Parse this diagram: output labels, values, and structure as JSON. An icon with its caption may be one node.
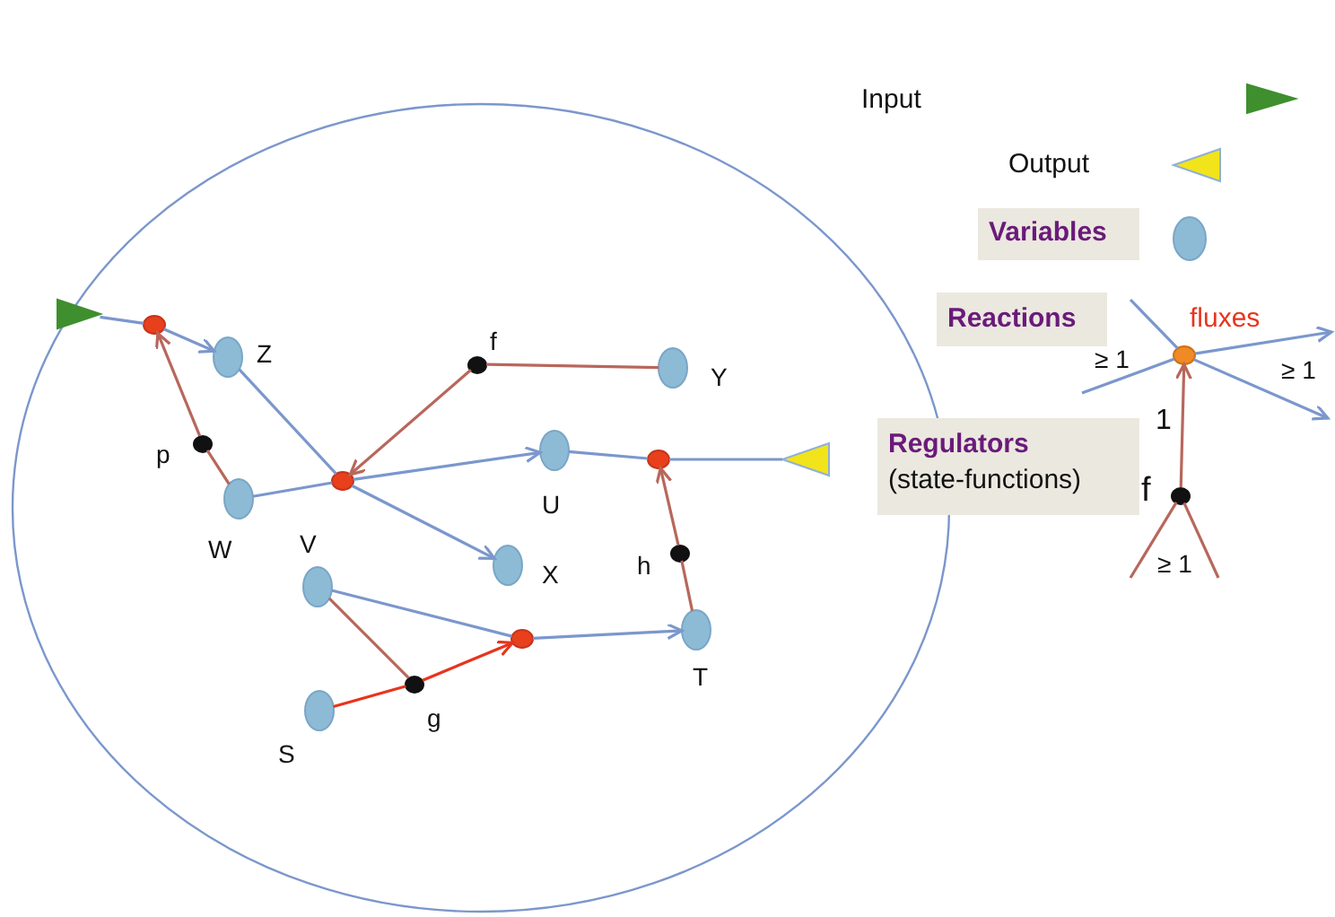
{
  "diagram": {
    "nodes": [
      {
        "text": [],
        "shape": "circle"
      },
      {
        "text": [],
        "shape": "triangle",
        "in": 0
      },
      {
        "text": [],
        "shape": "circle",
        "in": 0
      },
      {
        "text": [
          "Z"
        ],
        "in": 0
      },
      {
        "text": [
          "p"
        ],
        "in": 0
      },
      {
        "text": [
          "W"
        ],
        "in": 0
      },
      {
        "text": [],
        "shape": "circle",
        "in": 0
      },
      {
        "text": [
          "f"
        ],
        "in": 0
      },
      {
        "text": [
          "Y"
        ],
        "in": 0
      },
      {
        "text": [
          "U"
        ],
        "in": 0
      },
      {
        "text": [
          "X"
        ],
        "in": 0
      },
      {
        "text": [],
        "shape": "circle",
        "in": 0
      },
      {
        "text": [],
        "shape": "triangle",
        "in": 0
      },
      {
        "text": [
          "h"
        ],
        "in": 0
      },
      {
        "text": [
          "T"
        ],
        "in": 0
      },
      {
        "text": [
          "V"
        ],
        "in": 0
      },
      {
        "text": [],
        "shape": "circle",
        "in": 0
      },
      {
        "text": [
          "g"
        ],
        "in": 0
      },
      {
        "text": [
          "S"
        ],
        "in": 0
      },
      {
        "text": [
          "Reactions"
        ]
      },
      {
        "text": [
          "Regulators",
          "(state-functions)"
        ]
      },
      {
        "text": [],
        "shape": "circle",
        "beside": [
          "fluxes"
        ]
      },
      {
        "text": [
          "f"
        ]
      }
    ],
    "edges": [
      {
        "from": 1,
        "to": 2,
        "arrow": "none"
      },
      {
        "from": 2,
        "to": 3,
        "arrow": "to"
      },
      {
        "from": 5,
        "to": 4,
        "arrow": "none",
        "color": "#b8675c"
      },
      {
        "from": 4,
        "to": 2,
        "arrow": "to",
        "color": "#b8675c"
      },
      {
        "from": 3,
        "to": 6,
        "arrow": "none"
      },
      {
        "from": 5,
        "to": 6,
        "arrow": "none"
      },
      {
        "from": 6,
        "to": 9,
        "arrow": "to"
      },
      {
        "from": 6,
        "to": 10,
        "arrow": "to"
      },
      {
        "from": 8,
        "to": 7,
        "arrow": "none",
        "color": "#b8675c"
      },
      {
        "from": 7,
        "to": 6,
        "arrow": "to",
        "color": "#b8675c"
      },
      {
        "from": 9,
        "to": 11,
        "arrow": "none"
      },
      {
        "from": 11,
        "to": 12,
        "arrow": "none"
      },
      {
        "from": 14,
        "to": 13,
        "arrow": "none",
        "color": "#b8675c"
      },
      {
        "from": 13,
        "to": 11,
        "arrow": "to",
        "color": "#b8675c"
      },
      {
        "from": 15,
        "to": 16,
        "arrow": "none"
      },
      {
        "from": 16,
        "to": 14,
        "arrow": "to"
      },
      {
        "from": 15,
        "to": 17,
        "arrow": "none",
        "color": "#b8675c"
      },
      {
        "from": 18,
        "to": 17,
        "arrow": "none",
        "color": "#e8341c"
      },
      {
        "from": 17,
        "to": 16,
        "arrow": "to",
        "color": "#e8341c"
      },
      {
        "from": null,
        "to": 21,
        "arrow": "none"
      },
      {
        "from": null,
        "to": 21,
        "arrow": "none"
      },
      {
        "from": 21,
        "to": null,
        "arrow": "to"
      },
      {
        "from": 21,
        "to": null,
        "arrow": "to"
      },
      {
        "from": 22,
        "to": 21,
        "label": "1",
        "arrow": "to",
        "color": "#b8675c"
      },
      {
        "from": null,
        "to": 22,
        "arrow": "none",
        "color": "#b8675c"
      },
      {
        "from": null,
        "to": 22,
        "arrow": "none",
        "color": "#b8675c"
      }
    ],
    "labels": [
      "≥ 1",
      "≥ 1",
      "≥ 1"
    ],
    "legend": [
      {
        "text": "Input"
      },
      {
        "text": "Output"
      },
      {
        "text": "Variables"
      }
    ]
  }
}
